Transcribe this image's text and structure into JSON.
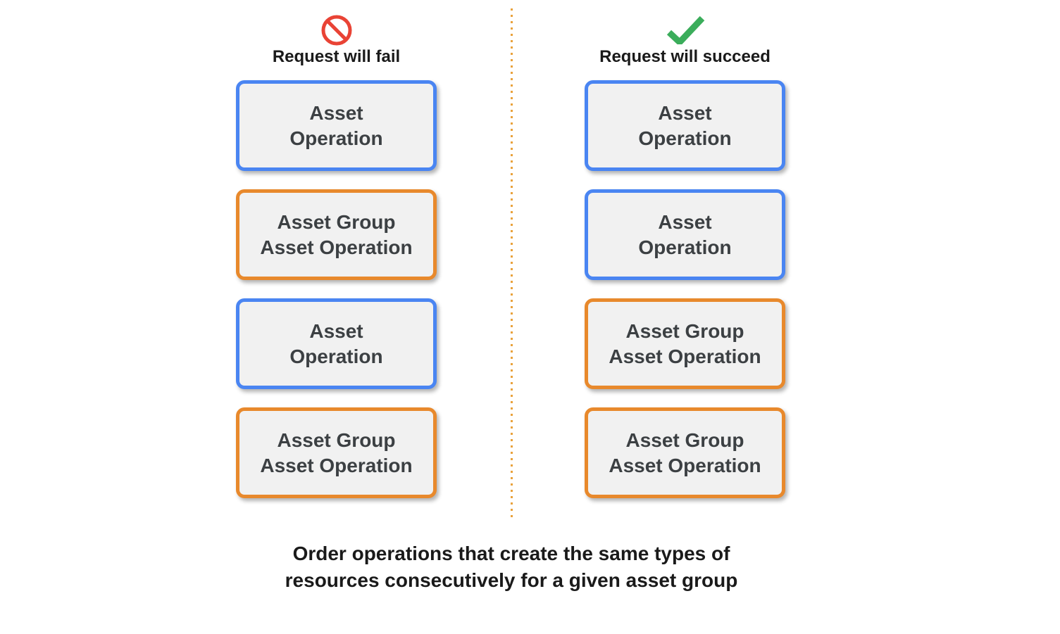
{
  "colors": {
    "blue": "#4A85F2",
    "orange": "#E8892C",
    "divider": "#E9A23C",
    "box_fill": "#F1F1F1",
    "box_text": "#3C4043",
    "fail_red": "#E94335",
    "success_green": "#3BAD5B",
    "heading_text": "#1A1A1A"
  },
  "columns": [
    {
      "id": "fail",
      "icon": "prohibited-icon",
      "title": "Request will fail",
      "boxes": [
        {
          "type": "asset-operation",
          "color": "blue",
          "lines": [
            "Asset",
            "Operation"
          ]
        },
        {
          "type": "asset-group-asset-operation",
          "color": "orange",
          "lines": [
            "Asset Group",
            "Asset Operation"
          ]
        },
        {
          "type": "asset-operation",
          "color": "blue",
          "lines": [
            "Asset",
            "Operation"
          ]
        },
        {
          "type": "asset-group-asset-operation",
          "color": "orange",
          "lines": [
            "Asset Group",
            "Asset Operation"
          ]
        }
      ]
    },
    {
      "id": "succeed",
      "icon": "checkmark-icon",
      "title": "Request will succeed",
      "boxes": [
        {
          "type": "asset-operation",
          "color": "blue",
          "lines": [
            "Asset",
            "Operation"
          ]
        },
        {
          "type": "asset-operation",
          "color": "blue",
          "lines": [
            "Asset",
            "Operation"
          ]
        },
        {
          "type": "asset-group-asset-operation",
          "color": "orange",
          "lines": [
            "Asset Group",
            "Asset Operation"
          ]
        },
        {
          "type": "asset-group-asset-operation",
          "color": "orange",
          "lines": [
            "Asset Group",
            "Asset Operation"
          ]
        }
      ]
    }
  ],
  "caption": {
    "lines": [
      "Order operations that create the same types of",
      "resources consecutively for a given asset group"
    ]
  }
}
